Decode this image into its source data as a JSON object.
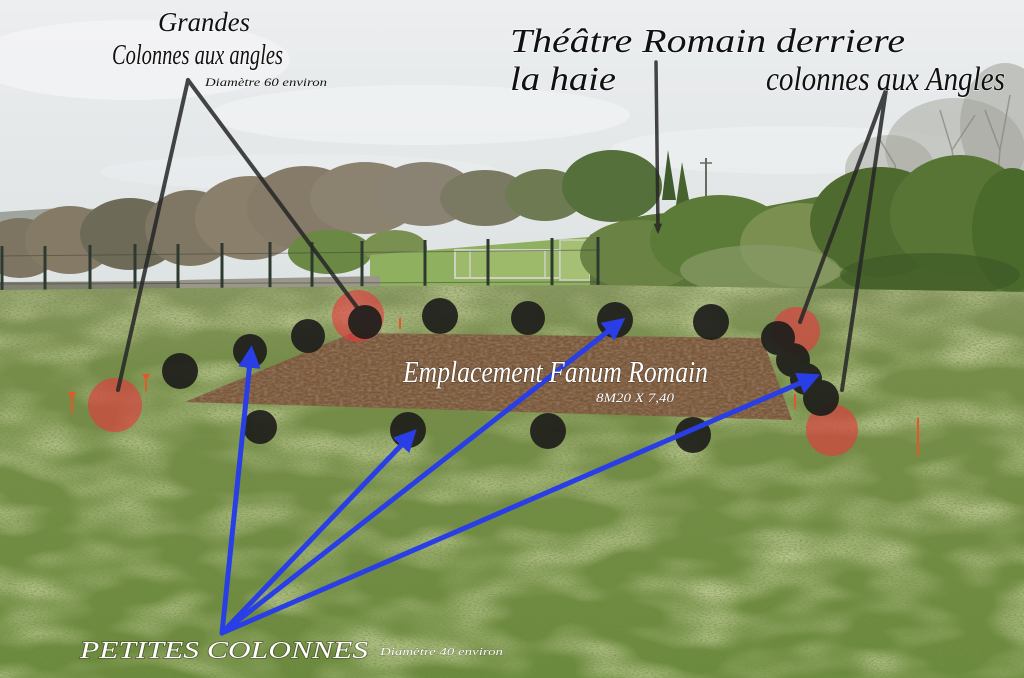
{
  "labels": {
    "large_columns_line1": "Grandes",
    "large_columns_line2": "Colonnes aux angles",
    "large_columns_diameter": "Diamètre 60 environ",
    "theatre_line1": "Théâtre Romain derriere",
    "theatre_line2": "la haie",
    "corner_columns": "colonnes aux Angles",
    "fanum_title": "Emplacement Fanum Romain",
    "fanum_dimensions": "8M20 X 7,40",
    "small_columns": "PETITES COLONNES",
    "small_columns_diameter": "Diamètre 40 environ"
  },
  "colors": {
    "small_column_marker": "#1e1e1b",
    "large_column_marker": "#e5393f",
    "direction_arrow": "#2a3ee6",
    "pointer_line": "#262626",
    "fanum_plot": "#7a573b",
    "stake": "#e2582a"
  }
}
